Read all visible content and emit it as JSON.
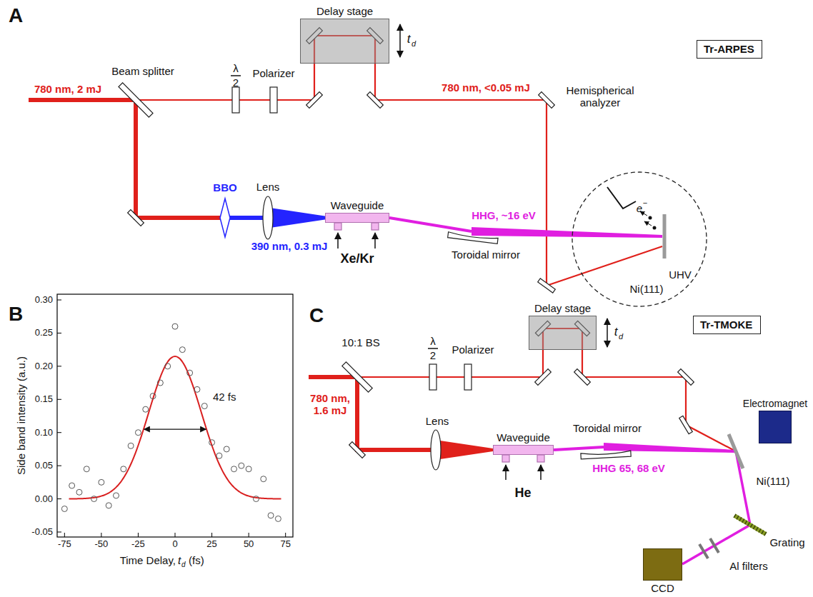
{
  "diagram": {
    "nodes": [
      {
        "text": [
          "Tr-ARPES"
        ]
      },
      {
        "text": [
          "Delay stage"
        ]
      },
      {
        "text": [
          "Waveguide"
        ]
      },
      {
        "text": [
          "UHV"
        ]
      },
      {
        "text": [
          "Tr-TMOKE"
        ]
      },
      {
        "text": [
          "Delay stage"
        ]
      },
      {
        "text": [
          "Waveguide"
        ]
      },
      {
        "text": [
          "Electromagnet"
        ]
      },
      {
        "text": [
          "CCD"
        ]
      }
    ],
    "labels": [
      "A",
      "Beam splitter",
      "λ",
      "2",
      "Polarizer",
      "t",
      "d",
      "780 nm, 2 mJ",
      "780 nm, <0.05 mJ",
      "Hemispherical analyzer",
      "e",
      "−",
      "BBO",
      "Lens",
      "390 nm, 0.3 mJ",
      "Xe/Kr",
      "Toroidal mirror",
      "HHG, ~16 eV",
      "Ni(111)",
      "B",
      "0.30",
      "0.25",
      "0.20",
      "0.15",
      "0.10",
      "0.05",
      "0.00",
      "-0.05",
      "-75",
      "-50",
      "-25",
      "0",
      "25",
      "50",
      "75",
      "Side band intensity (a.u.)",
      "Time Delay,",
      "t",
      "d",
      "(fs)",
      "42 fs",
      "C",
      "10:1 BS",
      "λ",
      "2",
      "Polarizer",
      "t",
      "d",
      "780 nm, 1.6 mJ",
      "Lens",
      "He",
      "Toroidal mirror",
      "HHG 65, 68 eV",
      "Ni(111)",
      "Grating",
      "Al filters"
    ]
  }
}
